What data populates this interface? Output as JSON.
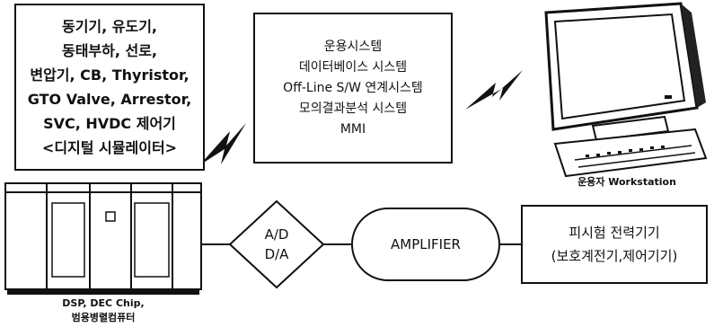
{
  "simulator_box": {
    "lines": [
      "동기기, 유도기,",
      "동태부하, 선로,",
      "변압기, CB, Thyristor,",
      "GTO Valve, Arrestor,",
      "SVC, HVDC 제어기",
      "<디지털 시뮬레이터>"
    ]
  },
  "system_box": {
    "lines": [
      "운용시스템",
      "데이터베이스 시스템",
      "Off-Line S/W 연계시스템",
      "모의결과분석 시스템",
      "MMI"
    ]
  },
  "workstation": {
    "caption": "운용자 Workstation",
    "icon": "computer-monitor-icon"
  },
  "dsp": {
    "caption_lines": [
      "DSP, DEC Chip,",
      "범용병렬컴퓨터"
    ],
    "icon": "server-cabinet-icon"
  },
  "converter": {
    "lines": [
      "A/D",
      "D/A"
    ]
  },
  "amplifier": {
    "label": "AMPLIFIER"
  },
  "test_equipment": {
    "lines": [
      "피시험 전력기기",
      "(보호계전기,제어기기)"
    ]
  },
  "icons": [
    "lightning-link-icon",
    "lightning-link-icon"
  ]
}
